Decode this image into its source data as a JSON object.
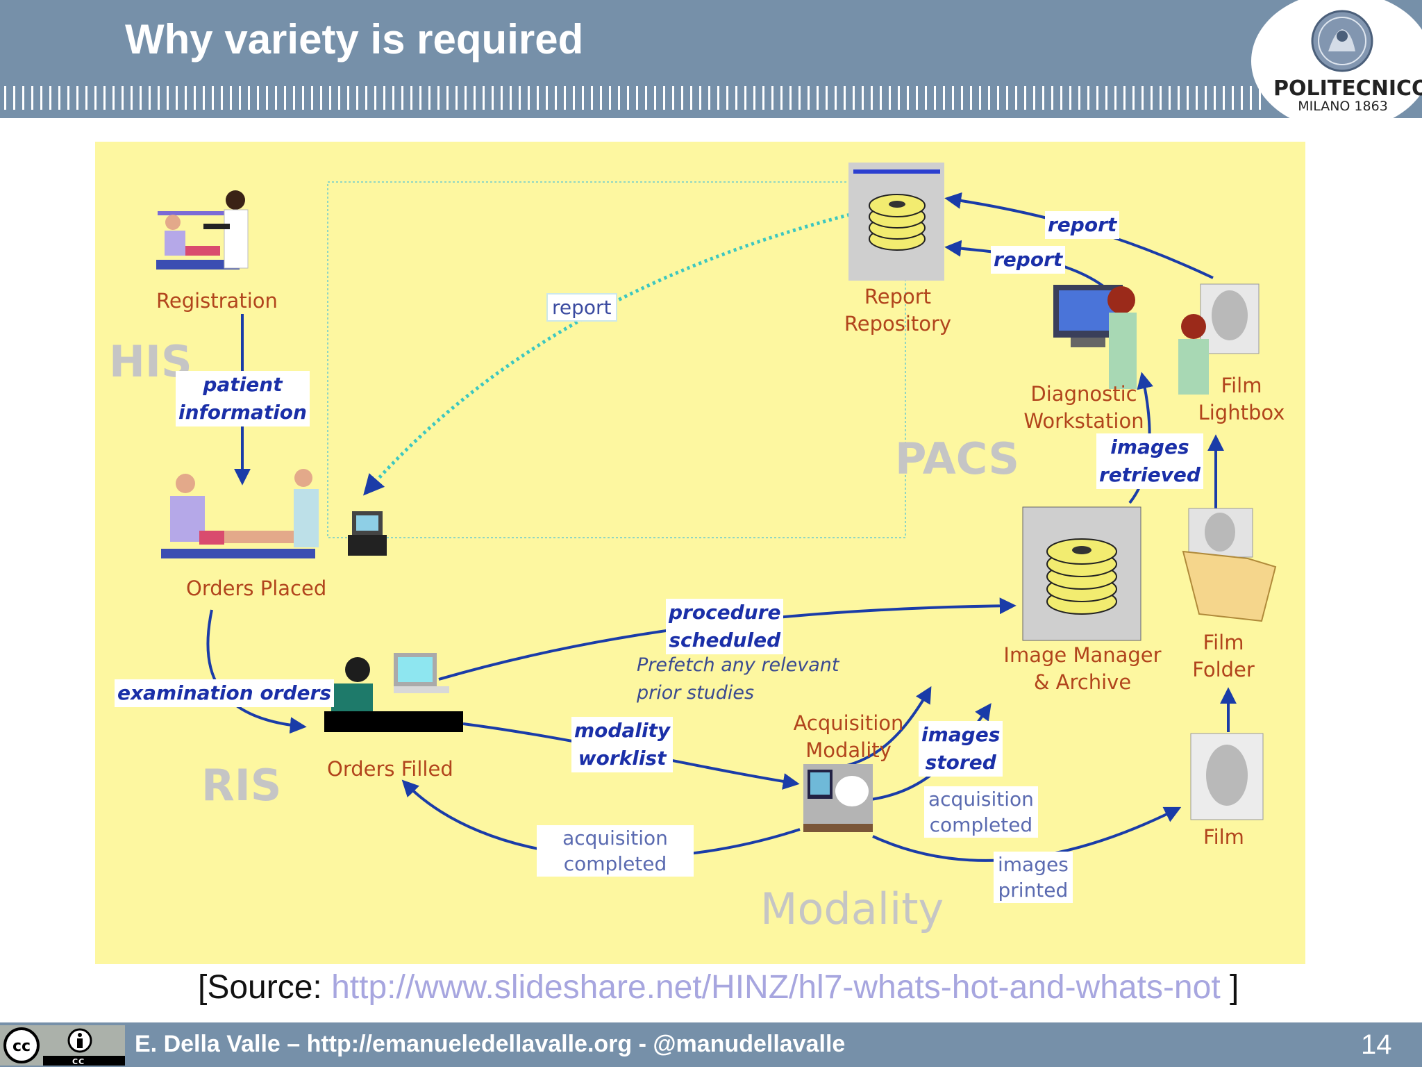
{
  "slide": {
    "title": "Why variety is required",
    "logo": {
      "name": "POLITECNICO",
      "subtitle": "MILANO 1863"
    }
  },
  "diagram": {
    "domains": {
      "his": "HIS",
      "ris": "RIS",
      "pacs": "PACS",
      "modality": "Modality"
    },
    "nodes": {
      "registration": "Registration",
      "orders_placed": "Orders Placed",
      "orders_filled": "Orders Filled",
      "report_repository_1": "Report",
      "report_repository_2": "Repository",
      "diagnostic_workstation_1": "Diagnostic",
      "diagnostic_workstation_2": "Workstation",
      "film_lightbox_1": "Film",
      "film_lightbox_2": "Lightbox",
      "image_manager_1": "Image Manager",
      "image_manager_2": "& Archive",
      "film_folder_1": "Film",
      "film_folder_2": "Folder",
      "film": "Film",
      "acquisition_modality_1": "Acquisition",
      "acquisition_modality_2": "Modality"
    },
    "flows": {
      "patient_information_1": "patient",
      "patient_information_2": "information",
      "report_dotted": "report",
      "report_top": "report",
      "report_mid": "report",
      "images_retrieved_1": "images",
      "images_retrieved_2": "retrieved",
      "procedure_scheduled_1": "procedure",
      "procedure_scheduled_2": "scheduled",
      "prefetch_1": "Prefetch any relevant",
      "prefetch_2": "prior studies",
      "examination_orders": "examination orders",
      "modality_worklist_1": "modality",
      "modality_worklist_2": "worklist",
      "images_stored_1": "images",
      "images_stored_2": "stored",
      "acq_completed_right_1": "acquisition",
      "acq_completed_right_2": "completed",
      "acq_completed_left_1": "acquisition",
      "acq_completed_left_2": "completed",
      "images_printed_1": "images",
      "images_printed_2": "printed"
    }
  },
  "source": {
    "prefix": "[Source: ",
    "url": "http://www.slideshare.net/HINZ/hl7-whats-hot-and-whats-not",
    "suffix": " ]"
  },
  "footer": {
    "license": "CC BY",
    "text": "E. Della Valle – http://emanueledellavalle.org - @manudellavalle",
    "page": "14"
  },
  "colors": {
    "header": "#7690a9",
    "diagram_bg": "#fdf7a0",
    "arrow": "#1a3ca8",
    "node_label": "#b1441c",
    "link": "#a7a6df"
  }
}
